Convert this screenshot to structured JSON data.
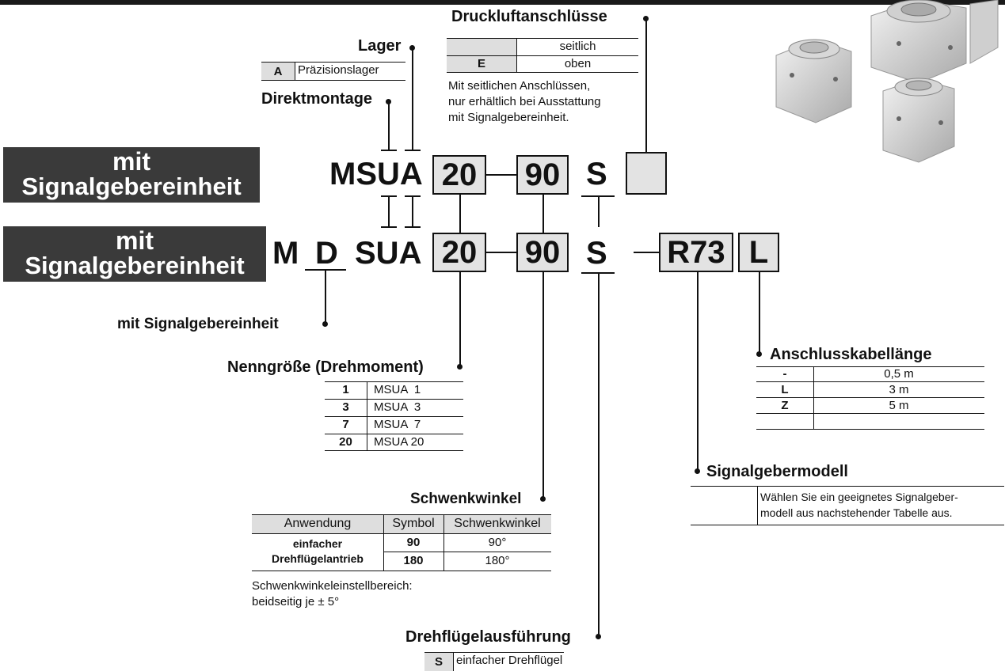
{
  "druckluft": {
    "title": "Druckluftanschlüsse",
    "rows": [
      {
        "code": "",
        "value": "seitlich"
      },
      {
        "code": "E",
        "value": "oben"
      }
    ],
    "note1": "Mit seitlichen Anschlüssen,",
    "note2": "nur erhältlich bei Ausstattung",
    "note3": "mit Signalgebereinheit."
  },
  "lager": {
    "title": "Lager",
    "code": "A",
    "value": "Präzisionslager"
  },
  "direktmontage": {
    "title": "Direktmontage"
  },
  "row1": {
    "label_line1": "mit",
    "label_line2": "Signalgebereinheit",
    "prefix": "MSUA",
    "size": "20",
    "angle": "90",
    "vane": "S",
    "port": ""
  },
  "row2": {
    "label_line1": "mit",
    "label_line2": "Signalgebereinheit",
    "m": "M",
    "d": "D",
    "sua": "SUA",
    "size": "20",
    "angle": "90",
    "vane": "S",
    "switch": "R73",
    "cable": "L"
  },
  "mit_signal": {
    "title": "mit Signalgebereinheit"
  },
  "nenngroesse": {
    "title": "Nenngröße (Drehmoment)",
    "rows": [
      {
        "code": "1",
        "value": "MSUA  1"
      },
      {
        "code": "3",
        "value": "MSUA  3"
      },
      {
        "code": "7",
        "value": "MSUA  7"
      },
      {
        "code": "20",
        "value": "MSUA 20"
      }
    ]
  },
  "schwenkwinkel": {
    "title": "Schwenkwinkel",
    "headers": [
      "Anwendung",
      "Symbol",
      "Schwenkwinkel"
    ],
    "application_line1": "einfacher",
    "application_line2": "Drehflügelantrieb",
    "rows": [
      {
        "symbol": "90",
        "angle": "90°"
      },
      {
        "symbol": "180",
        "angle": "180°"
      }
    ],
    "note1": "Schwenkwinkeleinstellbereich:",
    "note2": "beidseitig je ± 5°"
  },
  "drehfluegel": {
    "title": "Drehflügelausführung",
    "code": "S",
    "value": "einfacher Drehflügel"
  },
  "kabel": {
    "title": "Anschlusskabellänge",
    "rows": [
      {
        "code": "-",
        "value": "0,5 m"
      },
      {
        "code": "L",
        "value": "3 m"
      },
      {
        "code": "Z",
        "value": "5 m"
      }
    ]
  },
  "signalgeber": {
    "title": "Signalgebermodell",
    "line1": "Wählen Sie ein geeignetes Signalgeber-",
    "line2": "modell aus nachstehender Tabelle aus."
  },
  "colors": {
    "dark_box": "#3a3a3a",
    "code_box": "#e3e3e3",
    "table_gray": "#dedede"
  }
}
